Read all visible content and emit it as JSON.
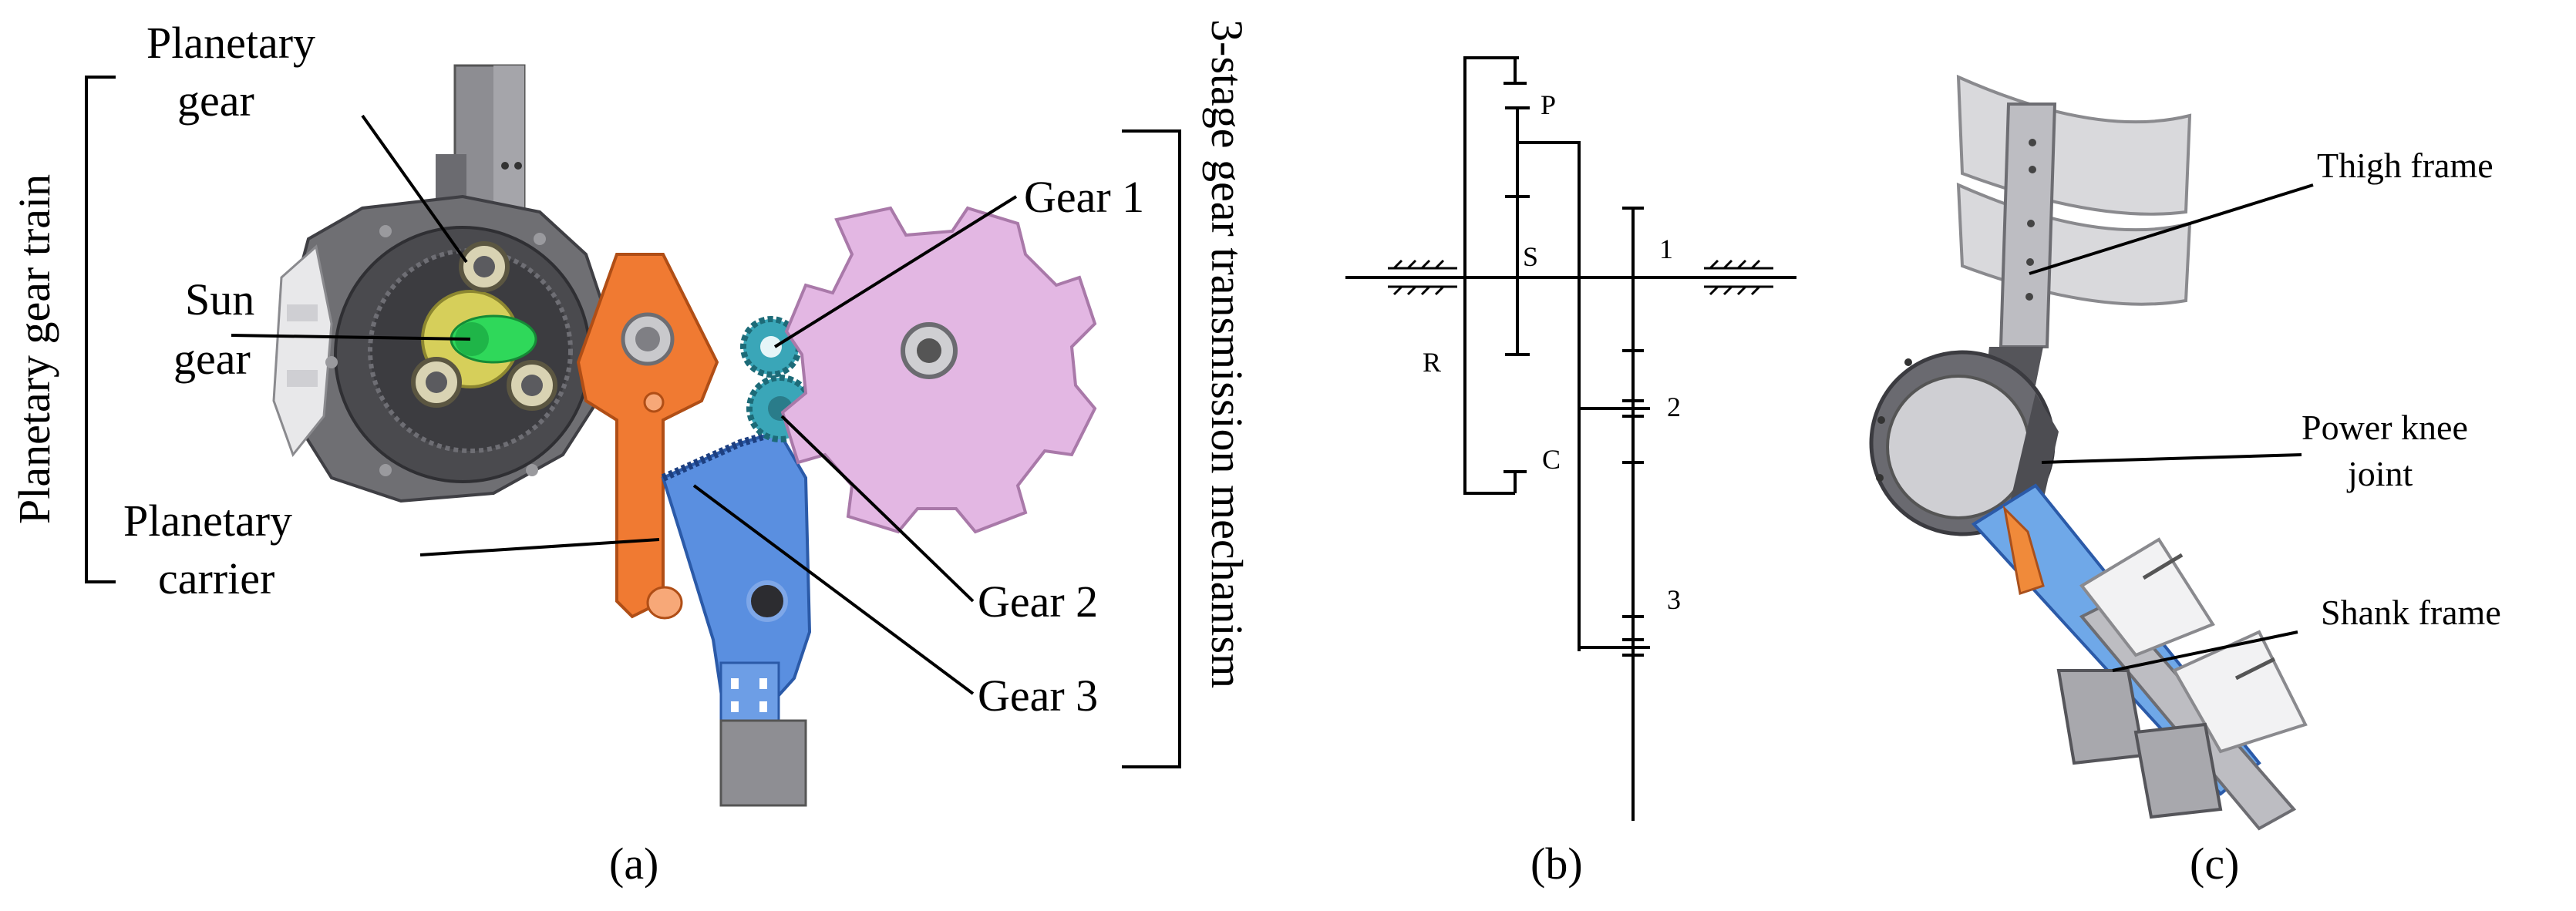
{
  "panel_a": {
    "caption": "(a)",
    "bracket_left_label": "Planetary gear train",
    "bracket_right_label": "3-stage gear transmission mechanism",
    "labels": {
      "planetary_gear_line1": "Planetary",
      "planetary_gear_line2": "gear",
      "sun_gear_line1": "Sun",
      "sun_gear_line2": "gear",
      "planetary_carrier_line1": "Planetary",
      "planetary_carrier_line2": "carrier",
      "gear1": "Gear 1",
      "gear2": "Gear 2",
      "gear3": "Gear 3"
    },
    "colors": {
      "housing": "#6f6f73",
      "housing_dark": "#4a4a4e",
      "carrier": "#f07a32",
      "sector_gear": "#5a8fe0",
      "large_gear": "#e3b7e3",
      "small_gears": "#3aa6b8",
      "sun_shaft": "#2fd85a",
      "sun_ring": "#d6cf5a"
    }
  },
  "panel_b": {
    "caption": "(b)",
    "labels": {
      "P": "P",
      "S": "S",
      "R": "R",
      "C": "C",
      "n1": "1",
      "n2": "2",
      "n3": "3"
    }
  },
  "panel_c": {
    "caption": "(c)",
    "labels": {
      "thigh_frame": "Thigh frame",
      "power_knee_line1": "Power knee",
      "power_knee_line2": "joint",
      "shank_frame": "Shank frame"
    },
    "colors": {
      "cuff": "#d9d9dc",
      "frame": "#bdbdc2",
      "joint": "#7a7a80",
      "shank": "#6fa8e8",
      "accent": "#f08a3a"
    }
  }
}
